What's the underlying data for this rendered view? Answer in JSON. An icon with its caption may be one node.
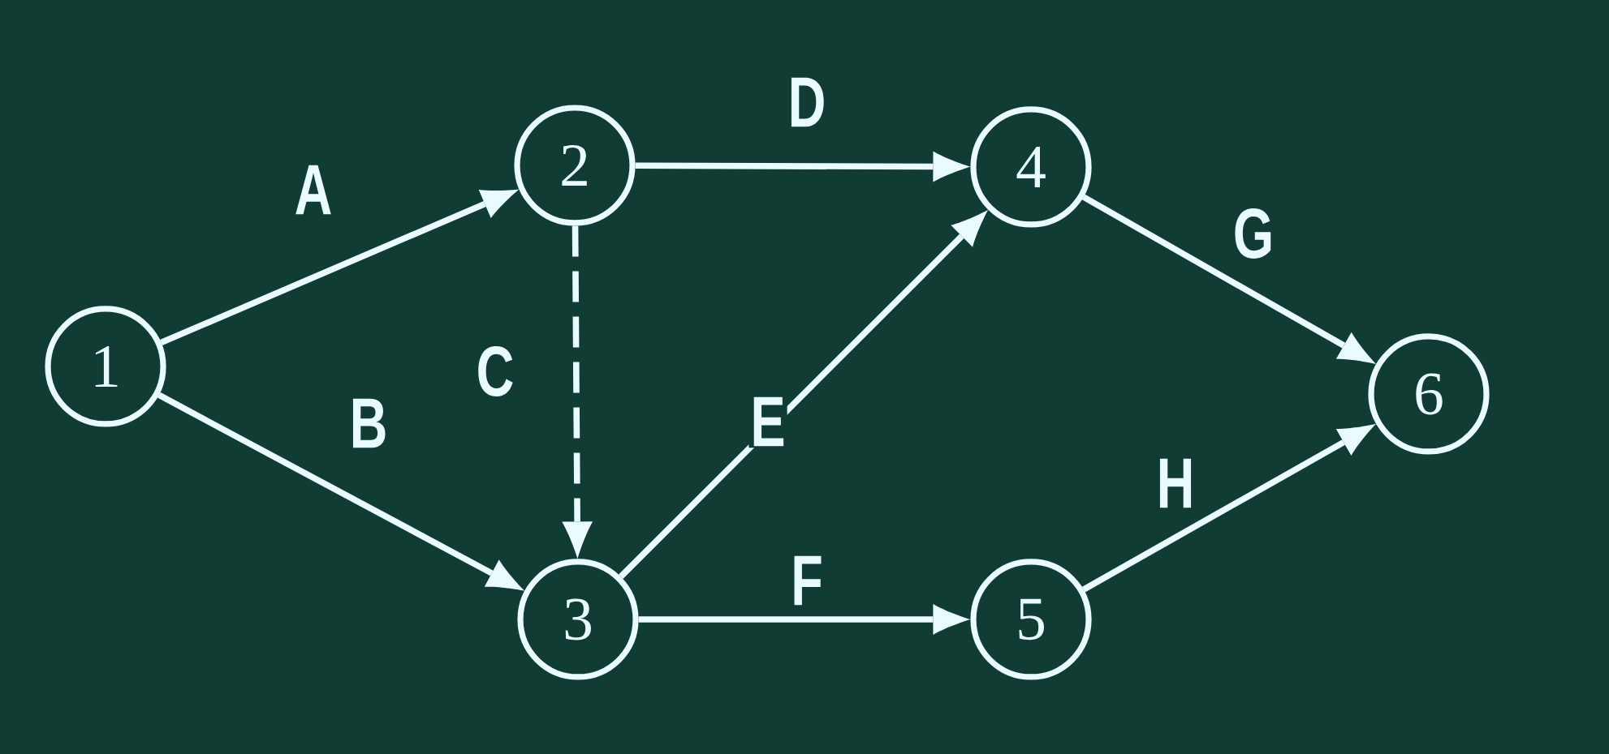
{
  "diagram": {
    "nodes": [
      {
        "text": [
          "1"
        ]
      },
      {
        "text": [
          "2"
        ]
      },
      {
        "text": [
          "3"
        ]
      },
      {
        "text": [
          "4"
        ]
      },
      {
        "text": [
          "5"
        ]
      },
      {
        "text": [
          "6"
        ]
      }
    ],
    "edges": [
      {
        "from": 0,
        "to": 1,
        "arrow": "to",
        "label": "A"
      },
      {
        "from": 0,
        "to": 2,
        "arrow": "to",
        "label": "B"
      },
      {
        "from": 1,
        "to": 2,
        "arrow": "to",
        "label": "C",
        "style": "dashed"
      },
      {
        "from": 1,
        "to": 3,
        "arrow": "to",
        "label": "D"
      },
      {
        "from": 2,
        "to": 3,
        "arrow": "to",
        "label": "E"
      },
      {
        "from": 2,
        "to": 4,
        "arrow": "to",
        "label": "F"
      },
      {
        "from": 3,
        "to": 5,
        "arrow": "to",
        "label": "G"
      },
      {
        "from": 4,
        "to": 5,
        "arrow": "to",
        "label": "H"
      }
    ]
  }
}
